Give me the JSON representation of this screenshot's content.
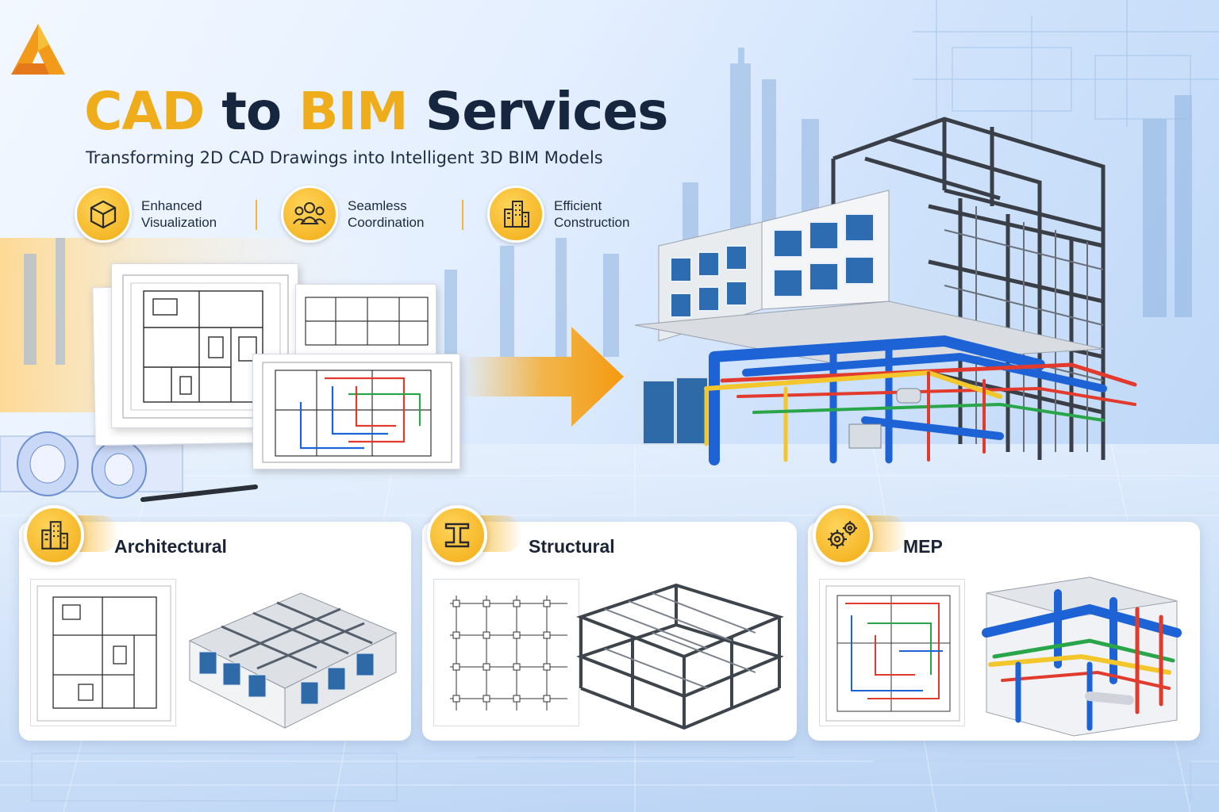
{
  "header": {
    "title_part1": "CAD",
    "title_part2": "to",
    "title_part3": "BIM",
    "title_part4": "Services",
    "subtitle": "Transforming 2D CAD Drawings into Intelligent 3D BIM Models"
  },
  "benefits": [
    {
      "line1": "Enhanced",
      "line2": "Visualization",
      "icon": "cube-icon"
    },
    {
      "line1": "Seamless",
      "line2": "Coordination",
      "icon": "team-icon"
    },
    {
      "line1": "Efficient",
      "line2": "Construction",
      "icon": "buildings-icon"
    }
  ],
  "cards": [
    {
      "title": "Architectural",
      "icon": "buildings-icon"
    },
    {
      "title": "Structural",
      "icon": "beam-icon"
    },
    {
      "title": "MEP",
      "icon": "gears-icon"
    }
  ],
  "colors": {
    "gold": "#f0ad1b",
    "navy": "#17263f",
    "pipe_blue": "#1e63d6",
    "pipe_red": "#e23b2e",
    "pipe_yellow": "#f3c62b",
    "pipe_green": "#2aa64a"
  }
}
